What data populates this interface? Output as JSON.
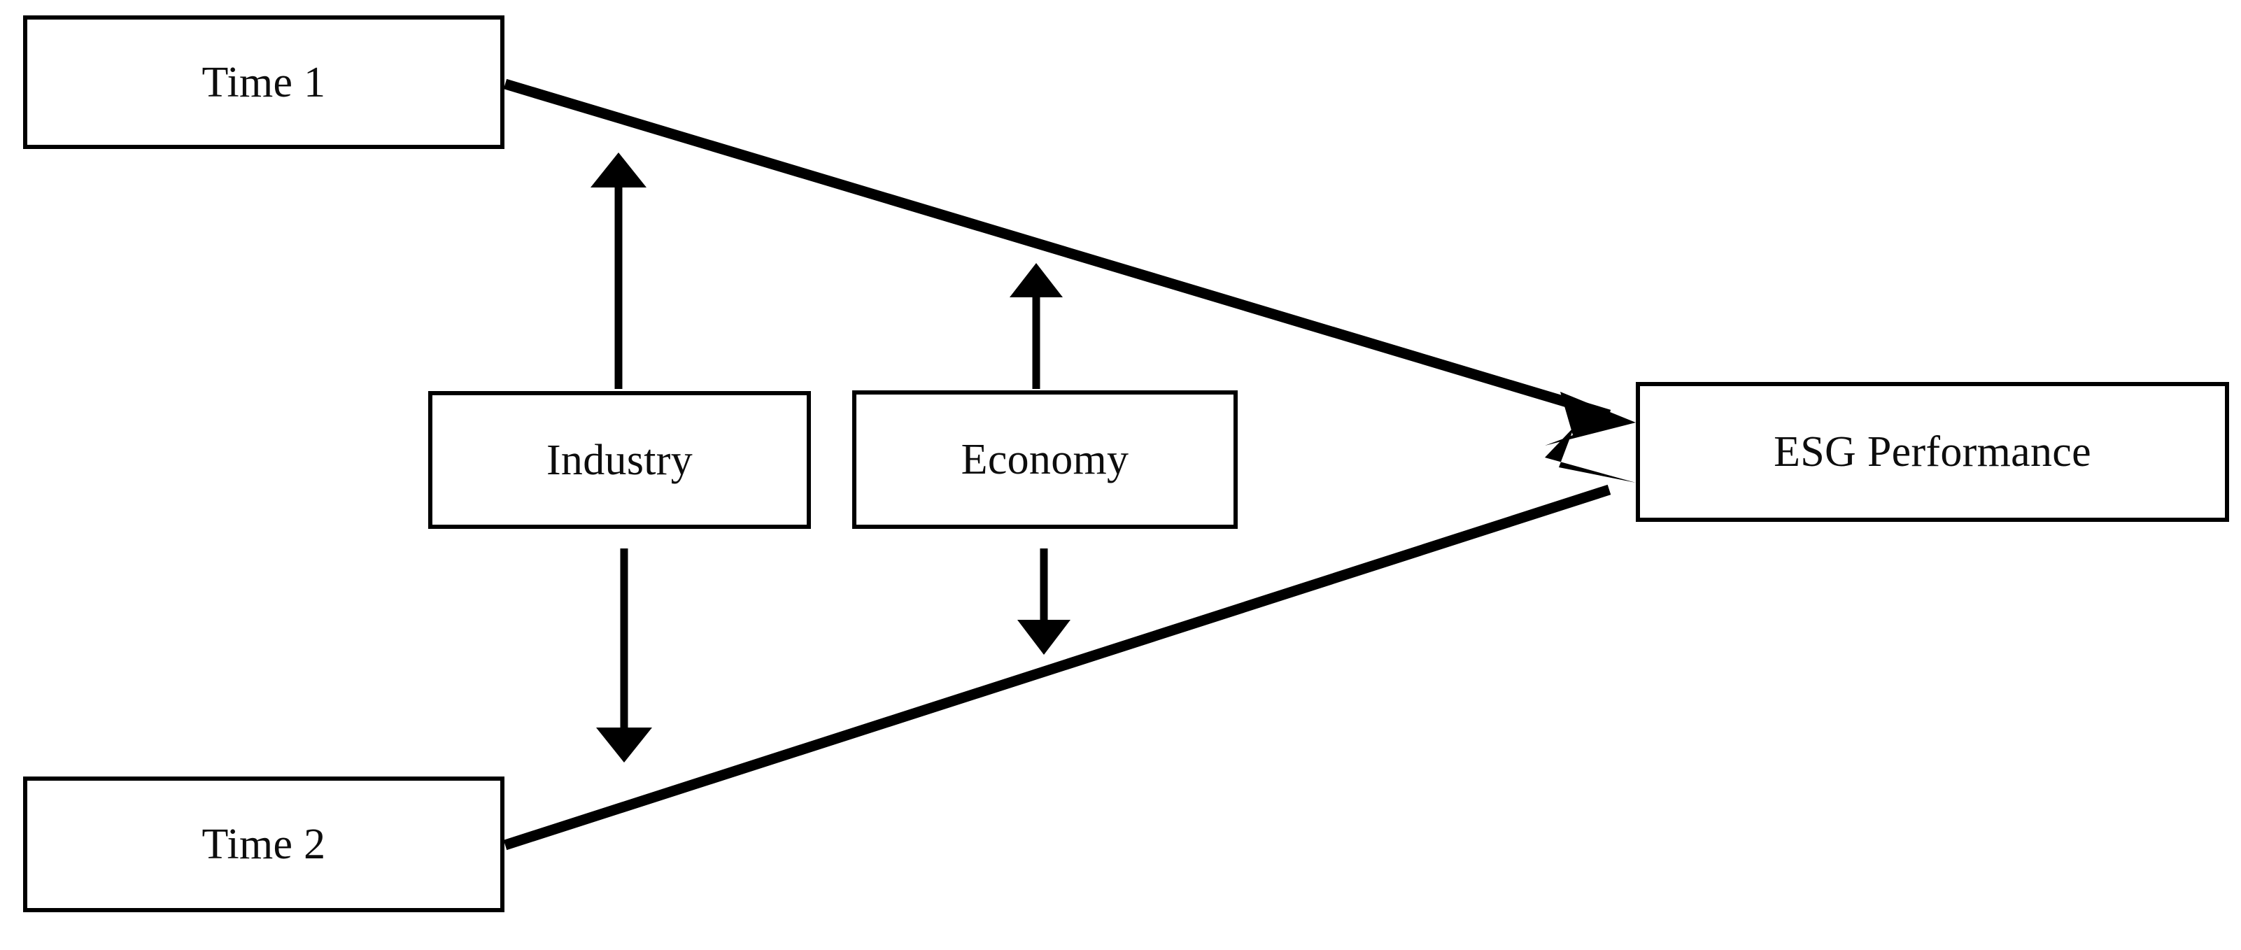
{
  "diagram": {
    "title": "ESG Performance conceptual model",
    "background_color": "#ffffff",
    "stroke_color": "#000000",
    "nodes": [
      {
        "id": "time1",
        "label": "Time 1"
      },
      {
        "id": "time2",
        "label": "Time 2"
      },
      {
        "id": "industry",
        "label": "Industry"
      },
      {
        "id": "economy",
        "label": "Economy"
      },
      {
        "id": "esg",
        "label": "ESG Performance"
      }
    ],
    "edges": [
      {
        "id": "time1-to-esg",
        "from": "time1",
        "to": "esg",
        "style": "thick-diagonal",
        "arrowheads": "end"
      },
      {
        "id": "time2-to-esg",
        "from": "time2",
        "to": "esg",
        "style": "thick-diagonal",
        "arrowheads": "end"
      },
      {
        "id": "industry-up",
        "from": "industry",
        "to": "time1-to-esg-path",
        "style": "thin-vertical",
        "direction": "up",
        "arrowheads": "end"
      },
      {
        "id": "industry-down",
        "from": "industry",
        "to": "time2-to-esg-path",
        "style": "thin-vertical",
        "direction": "down",
        "arrowheads": "end"
      },
      {
        "id": "economy-up",
        "from": "economy",
        "to": "time1-to-esg-path",
        "style": "thin-vertical",
        "direction": "up",
        "arrowheads": "end"
      },
      {
        "id": "economy-down",
        "from": "economy",
        "to": "time2-to-esg-path",
        "style": "thin-vertical",
        "direction": "down",
        "arrowheads": "end"
      }
    ]
  }
}
